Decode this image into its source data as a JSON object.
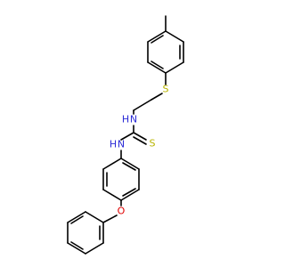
{
  "molecule": {
    "atoms": [
      {
        "id": "S1",
        "label": "S",
        "color": "#b8b400"
      },
      {
        "id": "N1",
        "label": "N",
        "color": "#2b2bd6"
      },
      {
        "id": "H1",
        "label": "H",
        "color": "#2b2bd6"
      },
      {
        "id": "S2",
        "label": "S",
        "color": "#b8b400"
      },
      {
        "id": "N2",
        "label": "N",
        "color": "#2b2bd6"
      },
      {
        "id": "H2",
        "label": "H",
        "color": "#2b2bd6"
      },
      {
        "id": "O1",
        "label": "O",
        "color": "#e00000"
      }
    ]
  }
}
